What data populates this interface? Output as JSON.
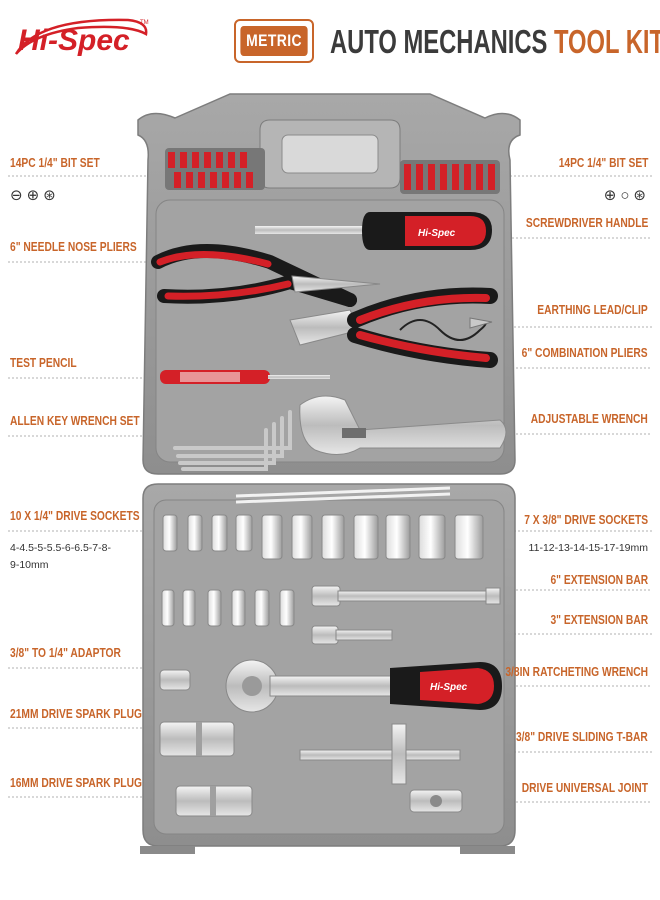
{
  "header": {
    "brand_name": "Hi-Spec",
    "brand_mark": "TM",
    "badge": "METRIC",
    "title_part1": "AUTO MECHANICS",
    "title_part2": "TOOL KIT"
  },
  "colors": {
    "accent": "#c8652a",
    "brand_red": "#d42027",
    "case_grey": "#9a9a9a",
    "title_grey": "#3b3b3b"
  },
  "labels_left": [
    {
      "text": "14PC 1/4\" BIT SET"
    },
    {
      "text": "6\" NEEDLE NOSE PLIERS"
    },
    {
      "text": "TEST PENCIL"
    },
    {
      "text": "ALLEN KEY WRENCH SET"
    },
    {
      "text": "10 X 1/4\" DRIVE SOCKETS"
    },
    {
      "text": "3/8\" TO 1/4\" ADAPTOR"
    },
    {
      "text": "21MM DRIVE SPARK PLUG"
    },
    {
      "text": "16MM DRIVE SPARK PLUG"
    }
  ],
  "labels_right": [
    {
      "text": "14PC 1/4\" BIT SET"
    },
    {
      "text": "SCREWDRIVER HANDLE"
    },
    {
      "text": "EARTHING LEAD/CLIP"
    },
    {
      "text": "6\" COMBINATION PLIERS"
    },
    {
      "text": "ADJUSTABLE WRENCH"
    },
    {
      "text": "7 X 3/8\" DRIVE SOCKETS"
    },
    {
      "text": "6\" EXTENSION BAR"
    },
    {
      "text": "3\" EXTENSION BAR"
    },
    {
      "text": "3/8IN RATCHETING WRENCH"
    },
    {
      "text": "3/8\" DRIVE SLIDING T-BAR"
    },
    {
      "text": "DRIVE UNIVERSAL JOINT"
    }
  ],
  "socket_sizes_left_line1": "4-4.5-5-5.5-6-6.5-7-8-",
  "socket_sizes_left_line2": "9-10mm",
  "socket_sizes_right": "11-12-13-14-15-17-19mm",
  "bit_symbols_left": "⊖⊕⊛",
  "bit_symbols_right": "⊕○⊛",
  "handle_brand": "Hi-Spec"
}
